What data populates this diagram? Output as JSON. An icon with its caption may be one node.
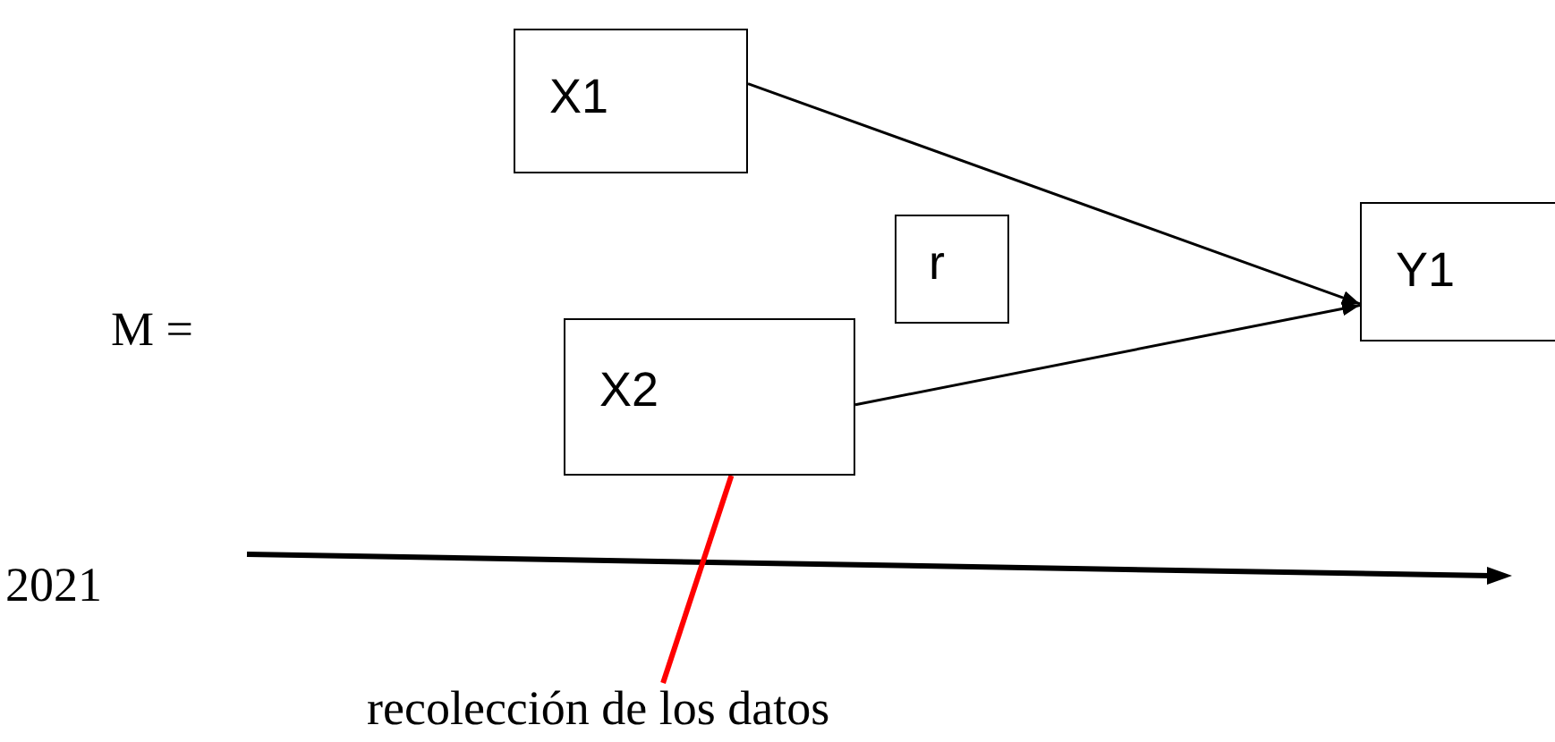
{
  "diagram": {
    "nodes": [
      {
        "text": [
          "X1"
        ]
      },
      {
        "text": [
          "r"
        ]
      },
      {
        "text": [
          "Y1"
        ]
      },
      {
        "text": [
          "X2"
        ]
      },
      {
        "text": [
          "recolección de los datos"
        ]
      }
    ],
    "edges": [
      {
        "from": 0,
        "to": 2,
        "arrow": "to"
      },
      {
        "from": 3,
        "to": 2,
        "arrow": "to"
      },
      {
        "from": 4,
        "to": 3,
        "arrow": "none",
        "style": "thick",
        "color": "#ff0000"
      }
    ],
    "labels": [
      "M =",
      "2021"
    ]
  }
}
